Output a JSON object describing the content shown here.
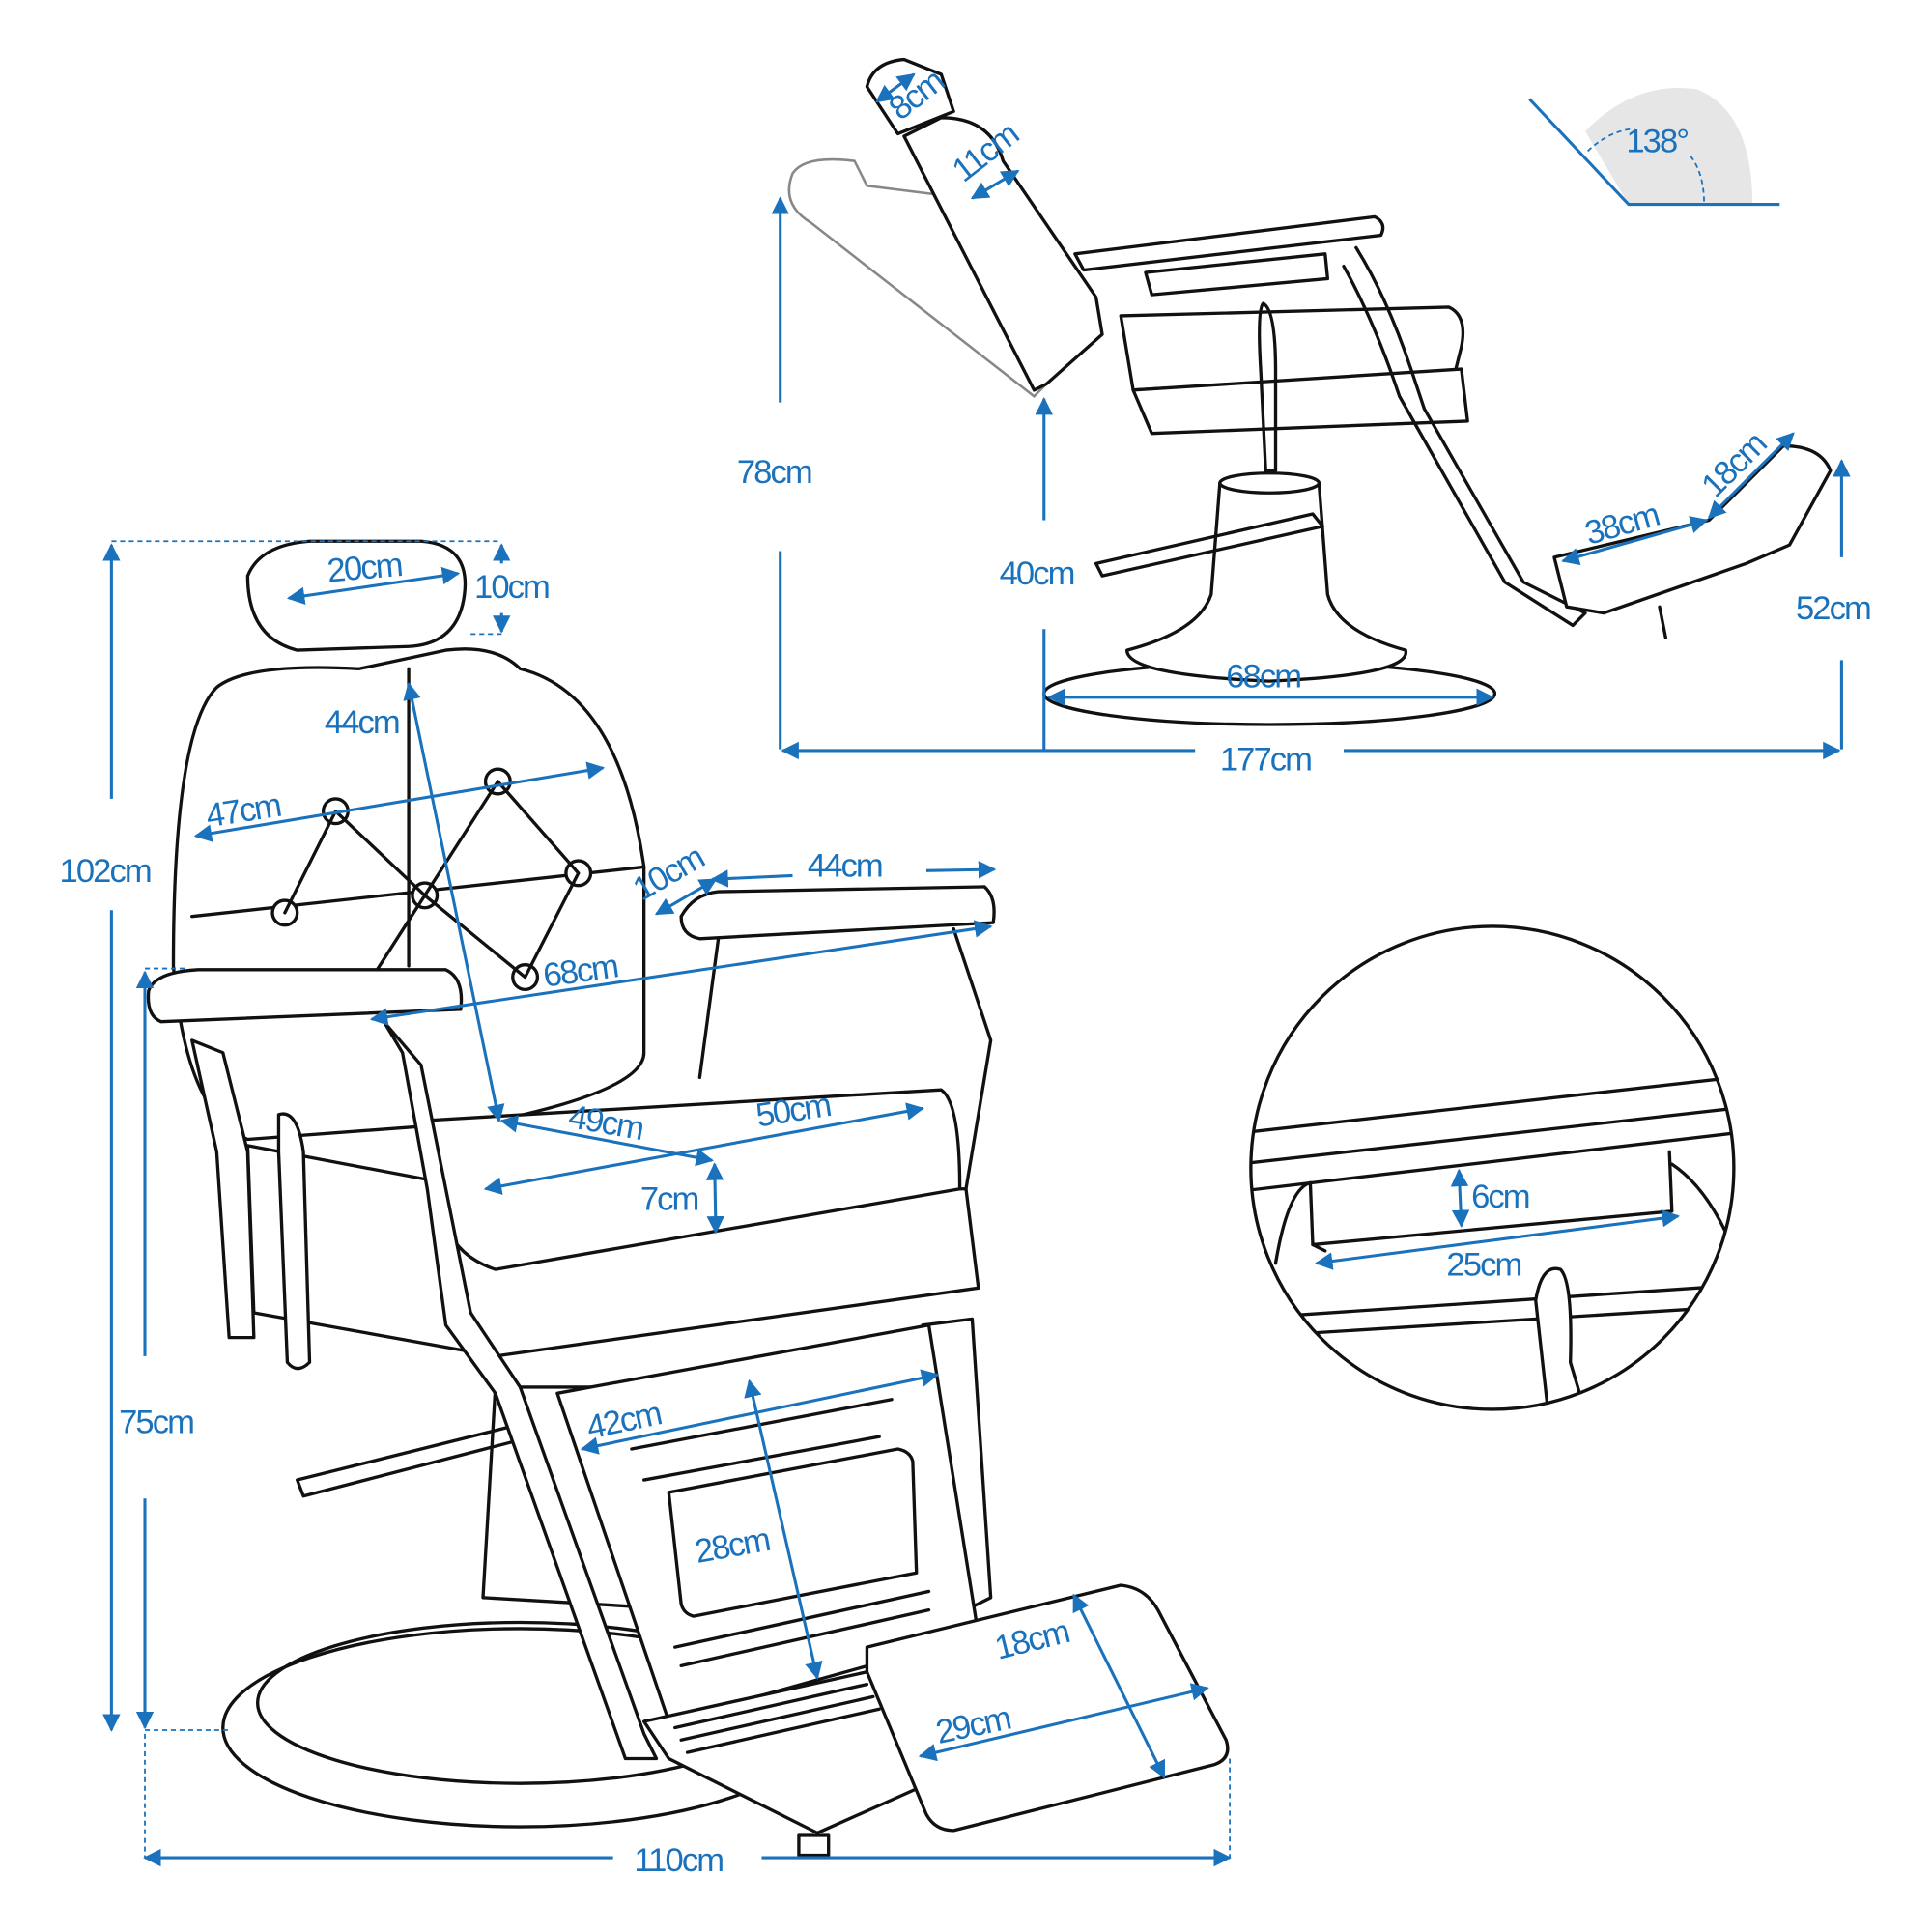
{
  "colors": {
    "dimension": "#1a72bd",
    "outline": "#111111",
    "angle_fill": "#e6e6e6"
  },
  "side_view": {
    "headrest_depth": "8cm",
    "headrest_pad": "11cm",
    "recline_angle": "138°",
    "total_height_reclined": "78cm",
    "seat_height": "40cm",
    "base_diameter": "68cm",
    "total_length_reclined": "177cm",
    "footrest_length": "38cm",
    "footrest_pad": "18cm",
    "footrest_height": "52cm"
  },
  "front_view": {
    "headrest_width": "20cm",
    "headrest_height": "10cm",
    "backrest_height": "44cm",
    "backrest_width": "47cm",
    "total_height": "102cm",
    "armrest_width": "10cm",
    "armrest_length": "44cm",
    "outer_width": "68cm",
    "seat_depth": "49cm",
    "seat_width": "50cm",
    "seat_thickness": "7cm",
    "armrest_height": "75cm",
    "pedestal_width": "42cm",
    "pedestal_height": "28cm",
    "footplate_depth": "18cm",
    "footplate_width": "29cm",
    "total_depth": "110cm"
  },
  "detail_view": {
    "handle_height": "6cm",
    "handle_width": "25cm"
  }
}
